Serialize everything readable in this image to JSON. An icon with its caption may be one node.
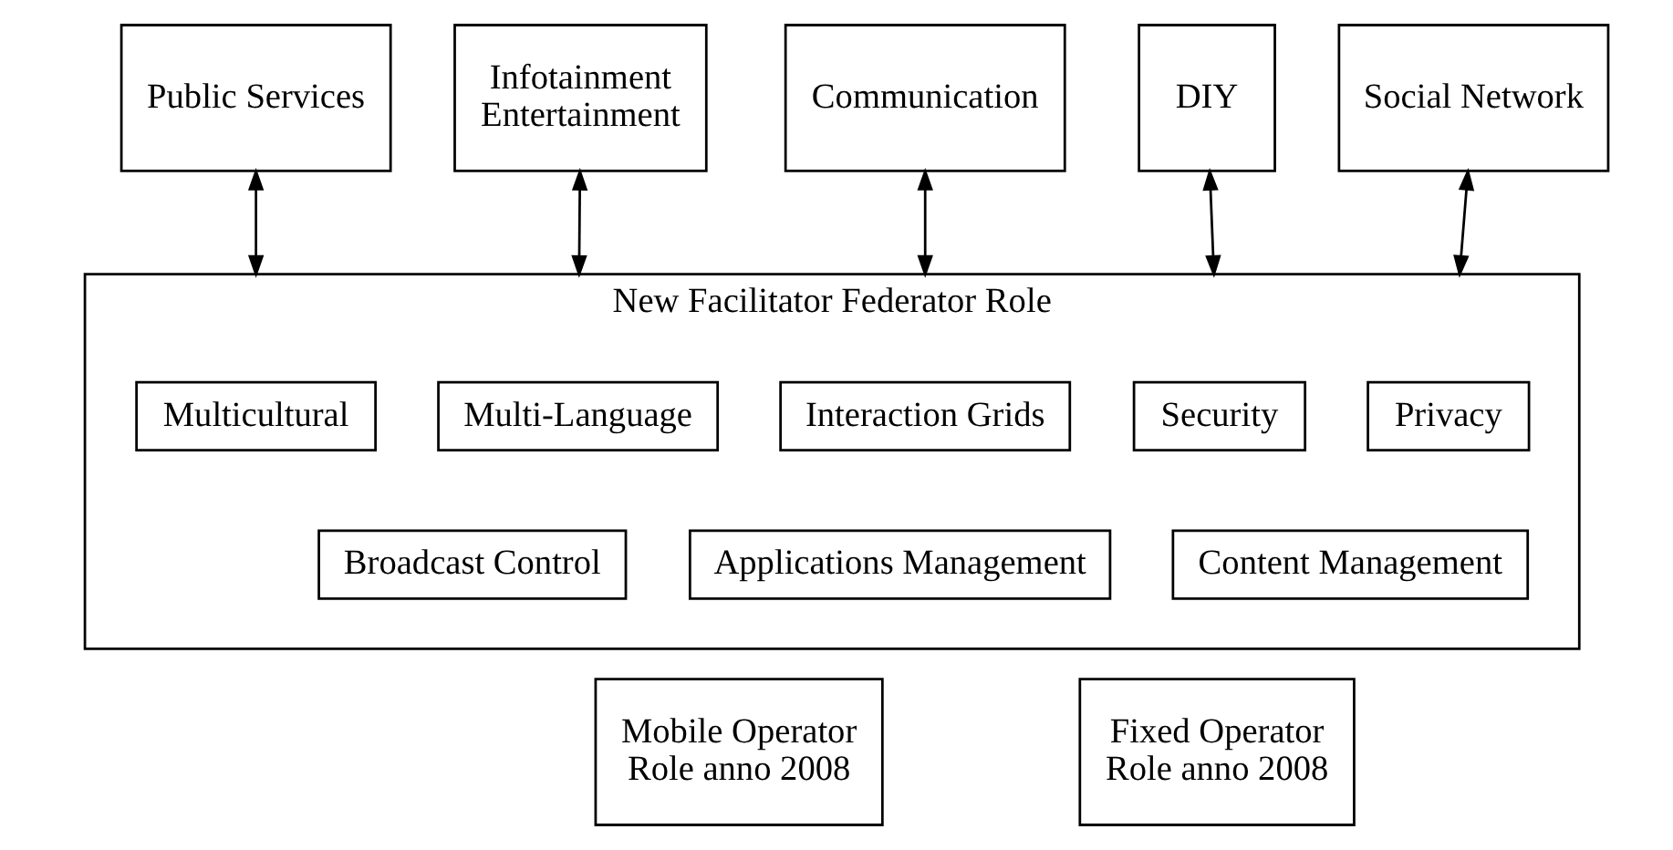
{
  "diagram": {
    "nodes": [
      {
        "text": [
          "Public Services"
        ]
      },
      {
        "text": [
          "Infotainment",
          "Entertainment"
        ]
      },
      {
        "text": [
          "Communication"
        ]
      },
      {
        "text": [
          "DIY"
        ]
      },
      {
        "text": [
          "Social Network"
        ]
      },
      {
        "text": [
          "New Facilitator Federator Role"
        ]
      },
      {
        "text": [
          "Multicultural"
        ],
        "in": 5
      },
      {
        "text": [
          "Multi-Language"
        ],
        "in": 5
      },
      {
        "text": [
          "Interaction Grids"
        ],
        "in": 5
      },
      {
        "text": [
          "Security"
        ],
        "in": 5
      },
      {
        "text": [
          "Privacy"
        ],
        "in": 5
      },
      {
        "text": [
          "Broadcast Control"
        ],
        "in": 5
      },
      {
        "text": [
          "Applications Management"
        ],
        "in": 5
      },
      {
        "text": [
          "Content Management"
        ],
        "in": 5
      },
      {
        "text": [
          "Mobile Operator",
          "Role anno 2008"
        ]
      },
      {
        "text": [
          "Fixed Operator",
          "Role anno 2008"
        ]
      }
    ],
    "edges": [
      {
        "from": 0,
        "to": 5,
        "arrow": "both"
      },
      {
        "from": 1,
        "to": 5,
        "arrow": "both"
      },
      {
        "from": 2,
        "to": 5,
        "arrow": "both"
      },
      {
        "from": 3,
        "to": 5,
        "arrow": "both"
      },
      {
        "from": 4,
        "to": 5,
        "arrow": "both"
      }
    ]
  }
}
